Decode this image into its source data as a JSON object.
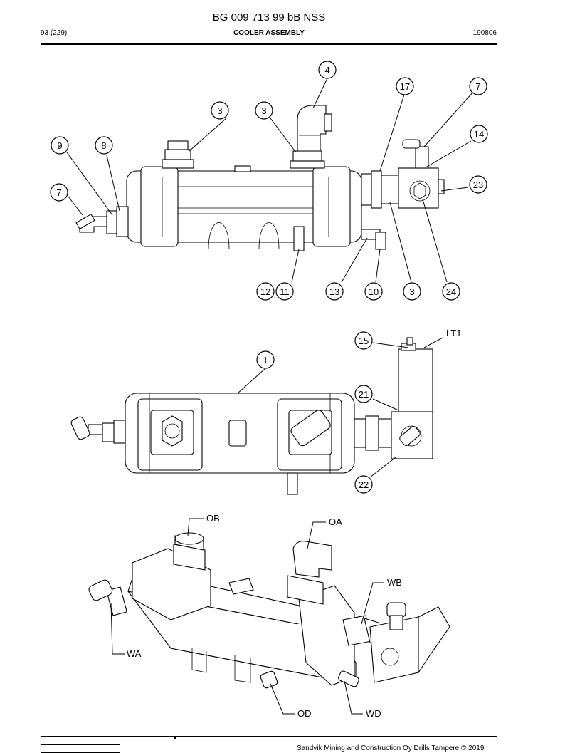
{
  "header": {
    "doc_title": "BG 009 713 99 bB NSS",
    "page_number": "93 (229)",
    "section_title": "COOLER ASSEMBLY",
    "date": "190806"
  },
  "callouts_top": [
    "4",
    "17",
    "7",
    "3",
    "3",
    "14",
    "9",
    "8",
    "23",
    "7",
    "12",
    "11",
    "13",
    "10",
    "3",
    "24"
  ],
  "callouts_middle": [
    "15",
    "1",
    "21",
    "22"
  ],
  "middle_port_label": "LT1",
  "port_labels_bottom": [
    "OB",
    "OA",
    "WB",
    "WA",
    "OD",
    "WD"
  ],
  "footer": {
    "copyright": "Sandvik Mining and Construction Oy Drills Tampere © 2019"
  }
}
